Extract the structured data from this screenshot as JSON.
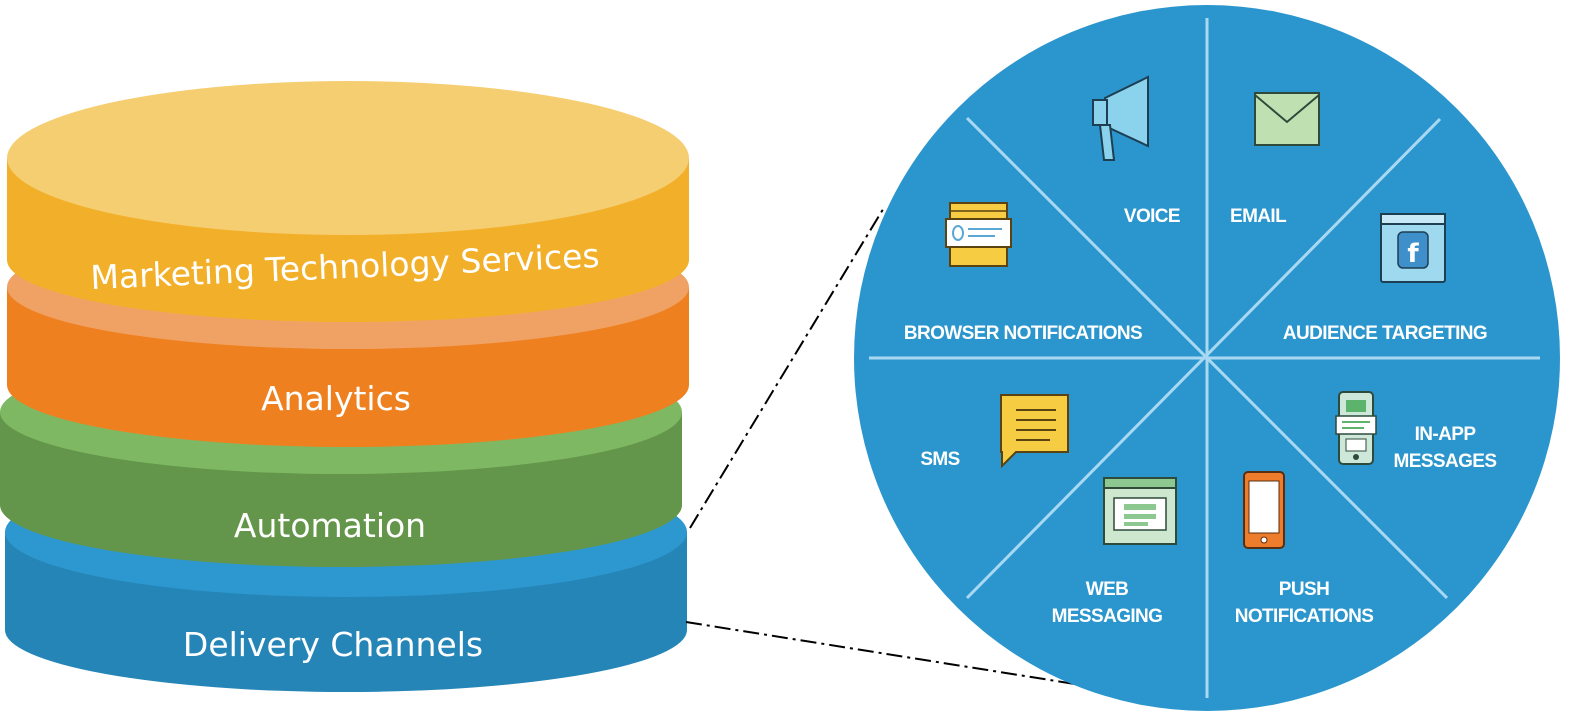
{
  "stack": {
    "layers": [
      {
        "label": "Marketing Technology Services",
        "color": "#F2B02A",
        "top_color": "#F5CE72"
      },
      {
        "label": "Analytics",
        "color": "#EF8020",
        "top_color": "#F0A264"
      },
      {
        "label": "Automation",
        "color": "#63964A",
        "top_color": "#7FB862"
      },
      {
        "label": "Delivery Channels",
        "color": "#2585B7",
        "top_color": "#2D97CF"
      }
    ]
  },
  "wheel": {
    "color": "#2B96CE",
    "divider_color": "#A9D9F2",
    "segments": [
      {
        "label": "VOICE",
        "icon": "megaphone-icon"
      },
      {
        "label": "EMAIL",
        "icon": "envelope-icon"
      },
      {
        "label": "AUDIENCE TARGETING",
        "icon": "facebook-icon"
      },
      {
        "label_line1": "IN-APP",
        "label_line2": "MESSAGES",
        "icon": "in-app-phone-icon"
      },
      {
        "label_line1": "PUSH",
        "label_line2": "NOTIFICATIONS",
        "icon": "smartphone-icon"
      },
      {
        "label_line1": "WEB",
        "label_line2": "MESSAGING",
        "icon": "browser-window-icon"
      },
      {
        "label": "SMS",
        "icon": "chat-bubble-icon"
      },
      {
        "label": "BROWSER NOTIFICATIONS",
        "icon": "notification-card-icon"
      }
    ]
  }
}
